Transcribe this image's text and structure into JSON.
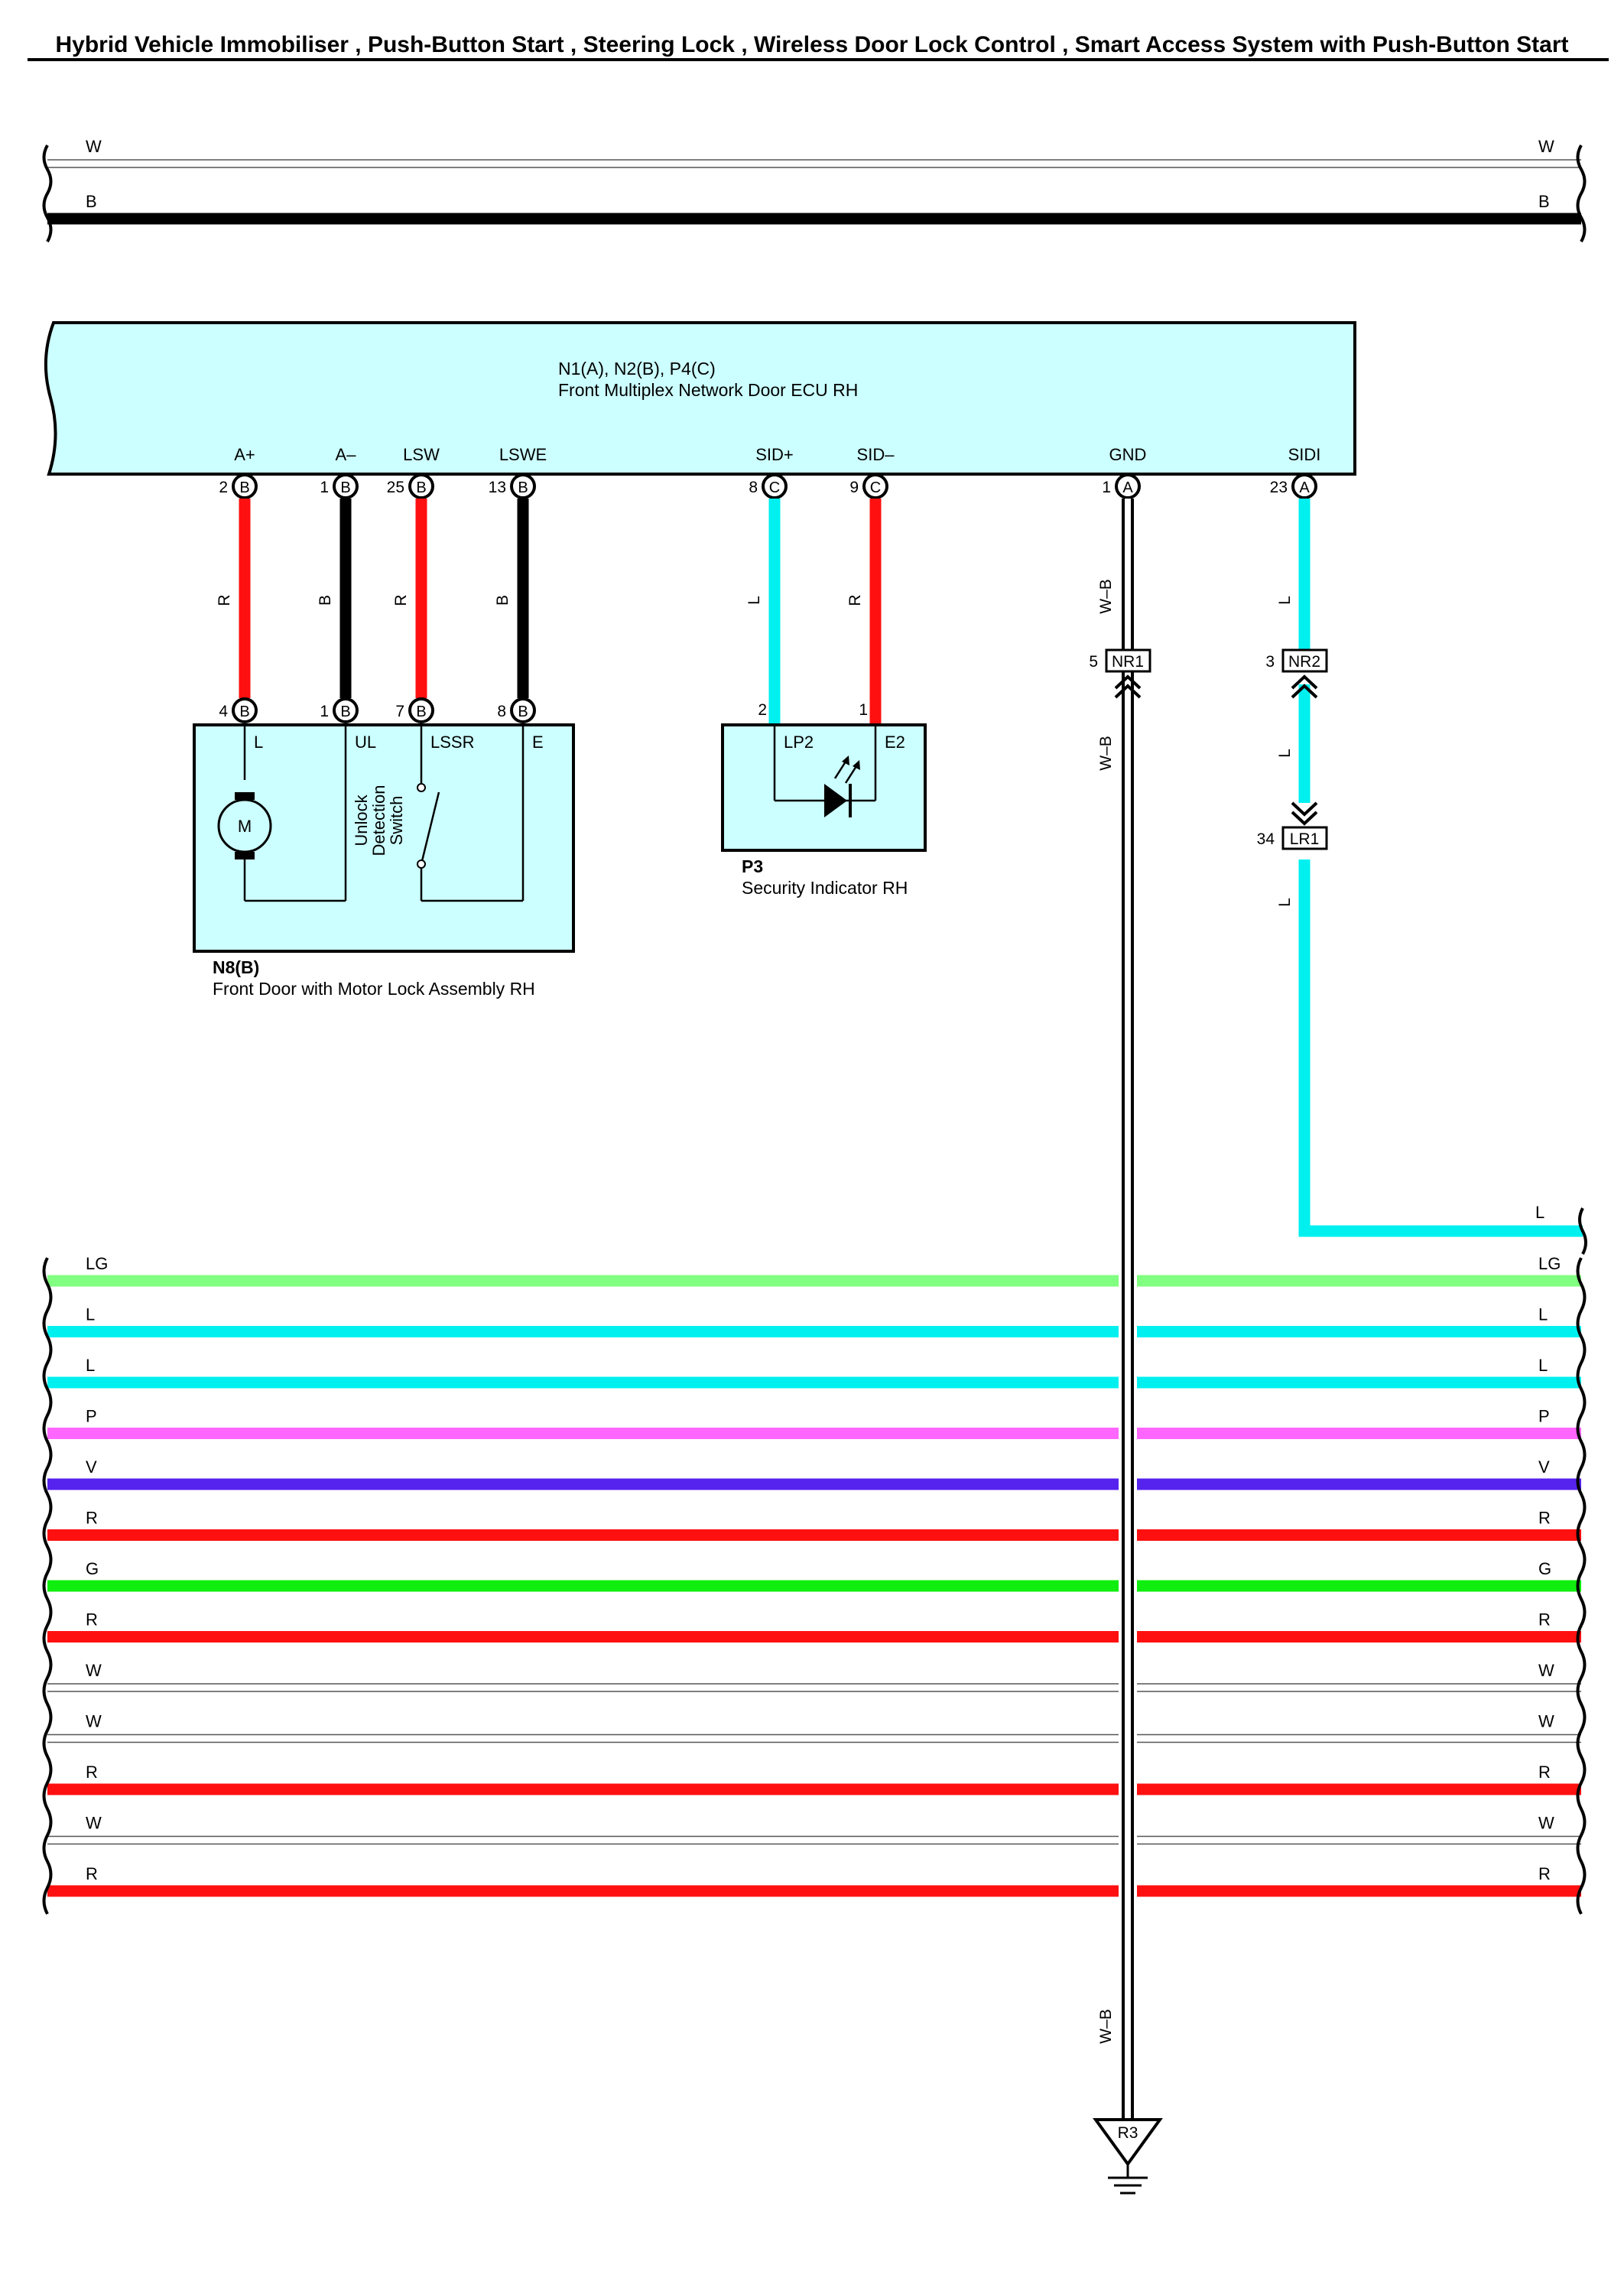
{
  "title": "Hybrid Vehicle Immobiliser , Push-Button Start , Steering Lock , Wireless Door Lock Control , Smart Access System with Push-Button Start",
  "colors": {
    "W": "#d0d0d0",
    "B": "#000000",
    "R": "#ff1010",
    "L": "#00f0f0",
    "LG": "#80ff80",
    "P": "#ff66ff",
    "V": "#5522ee",
    "G": "#10ee10",
    "W-B": "#ffffff",
    "box_fill": "#ccffff"
  },
  "top_bus": [
    {
      "left": "W",
      "right": "W",
      "color": "W"
    },
    {
      "left": "B",
      "right": "B",
      "color": "B"
    }
  ],
  "ecu": {
    "codes": "N1(A), N2(B), P4(C)",
    "name": "Front Multiplex Network Door ECU RH",
    "terminals": [
      {
        "name": "A+",
        "pin": "2",
        "conn": "B"
      },
      {
        "name": "A–",
        "pin": "1",
        "conn": "B"
      },
      {
        "name": "LSW",
        "pin": "25",
        "conn": "B"
      },
      {
        "name": "LSWE",
        "pin": "13",
        "conn": "B"
      },
      {
        "name": "SID+",
        "pin": "8",
        "conn": "C"
      },
      {
        "name": "SID–",
        "pin": "9",
        "conn": "C"
      },
      {
        "name": "GND",
        "pin": "1",
        "conn": "A"
      },
      {
        "name": "SIDI",
        "pin": "23",
        "conn": "A"
      }
    ]
  },
  "wire_labels": [
    "R",
    "B",
    "R",
    "B",
    "L",
    "R",
    "W–B",
    "L"
  ],
  "motor_lock": {
    "code": "N8(B)",
    "name": "Front Door with Motor Lock Assembly RH",
    "pins": [
      {
        "pin": "4",
        "conn": "B",
        "name": "L"
      },
      {
        "pin": "1",
        "conn": "B",
        "name": "UL"
      },
      {
        "pin": "7",
        "conn": "B",
        "name": "LSSR"
      },
      {
        "pin": "8",
        "conn": "B",
        "name": "E"
      }
    ],
    "motor": "M",
    "switch_lines": [
      "Unlock",
      "Detection",
      "Switch"
    ]
  },
  "indicator": {
    "code": "P3",
    "name": "Security Indicator RH",
    "pins": [
      {
        "pin": "2",
        "name": "LP2"
      },
      {
        "pin": "1",
        "name": "E2"
      }
    ]
  },
  "connectors": {
    "nr1": {
      "pin": "5",
      "label": "NR1"
    },
    "nr2": {
      "pin": "3",
      "label": "NR2"
    },
    "lr1": {
      "pin": "34",
      "label": "LR1"
    }
  },
  "gnd_wire_labels": [
    "W–B",
    "W–B"
  ],
  "sidi_wire_labels": [
    "L",
    "L",
    "L"
  ],
  "l_exit_label": "L",
  "ground": {
    "label": "R3"
  },
  "bottom_bus": [
    {
      "left": "LG",
      "right": "LG",
      "color": "LG"
    },
    {
      "left": "L",
      "right": "L",
      "color": "L"
    },
    {
      "left": "L",
      "right": "L",
      "color": "L"
    },
    {
      "left": "P",
      "right": "P",
      "color": "P"
    },
    {
      "left": "V",
      "right": "V",
      "color": "V"
    },
    {
      "left": "R",
      "right": "R",
      "color": "R"
    },
    {
      "left": "G",
      "right": "G",
      "color": "G"
    },
    {
      "left": "R",
      "right": "R",
      "color": "R"
    },
    {
      "left": "W",
      "right": "W",
      "color": "W"
    },
    {
      "left": "W",
      "right": "W",
      "color": "W"
    },
    {
      "left": "R",
      "right": "R",
      "color": "R"
    },
    {
      "left": "W",
      "right": "W",
      "color": "W"
    },
    {
      "left": "R",
      "right": "R",
      "color": "R"
    }
  ]
}
